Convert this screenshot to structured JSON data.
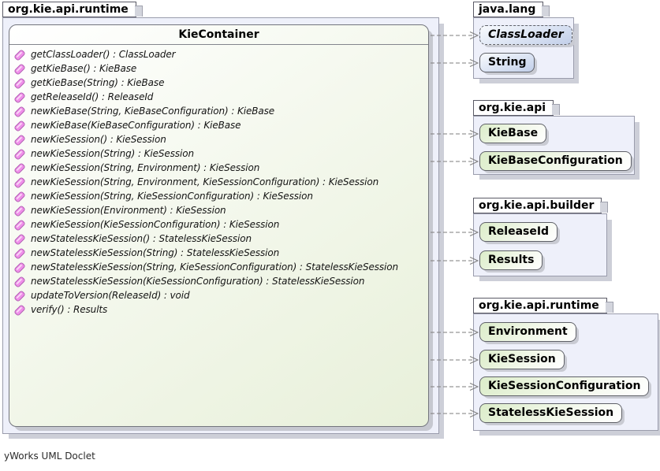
{
  "diagram": {
    "footer": "yWorks UML Doclet"
  },
  "main_package": {
    "name": "org.kie.api.runtime",
    "class": {
      "name": "KieContainer",
      "methods": [
        "getClassLoader() : ClassLoader",
        "getKieBase() : KieBase",
        "getKieBase(String) : KieBase",
        "getReleaseId() : ReleaseId",
        "newKieBase(String, KieBaseConfiguration) : KieBase",
        "newKieBase(KieBaseConfiguration) : KieBase",
        "newKieSession() : KieSession",
        "newKieSession(String) : KieSession",
        "newKieSession(String, Environment) : KieSession",
        "newKieSession(String, Environment, KieSessionConfiguration) : KieSession",
        "newKieSession(String, KieSessionConfiguration) : KieSession",
        "newKieSession(Environment) : KieSession",
        "newKieSession(KieSessionConfiguration) : KieSession",
        "newStatelessKieSession() : StatelessKieSession",
        "newStatelessKieSession(String) : StatelessKieSession",
        "newStatelessKieSession(String, KieSessionConfiguration) : StatelessKieSession",
        "newStatelessKieSession(KieSessionConfiguration) : StatelessKieSession",
        "updateToVersion(ReleaseId) : void",
        "verify() : Results"
      ]
    }
  },
  "packages": [
    {
      "name": "java.lang",
      "classes": [
        {
          "name": "ClassLoader",
          "stereotype": "abstract-class"
        },
        {
          "name": "String",
          "stereotype": "class"
        }
      ]
    },
    {
      "name": "org.kie.api",
      "classes": [
        {
          "name": "KieBase",
          "stereotype": "interface"
        },
        {
          "name": "KieBaseConfiguration",
          "stereotype": "interface"
        }
      ]
    },
    {
      "name": "org.kie.api.builder",
      "classes": [
        {
          "name": "ReleaseId",
          "stereotype": "interface"
        },
        {
          "name": "Results",
          "stereotype": "interface"
        }
      ]
    },
    {
      "name": "org.kie.api.runtime",
      "classes": [
        {
          "name": "Environment",
          "stereotype": "interface"
        },
        {
          "name": "KieSession",
          "stereotype": "interface"
        },
        {
          "name": "KieSessionConfiguration",
          "stereotype": "interface"
        },
        {
          "name": "StatelessKieSession",
          "stereotype": "interface"
        }
      ]
    }
  ],
  "colors": {
    "package_fill": "#eef0fa",
    "class_box_fill": "#eef5e2",
    "interface_chip": "#dcedca",
    "class_chip": "#c2cfe9",
    "method_icon": "#ef8fe9",
    "arrow": "#7d7d7d"
  }
}
